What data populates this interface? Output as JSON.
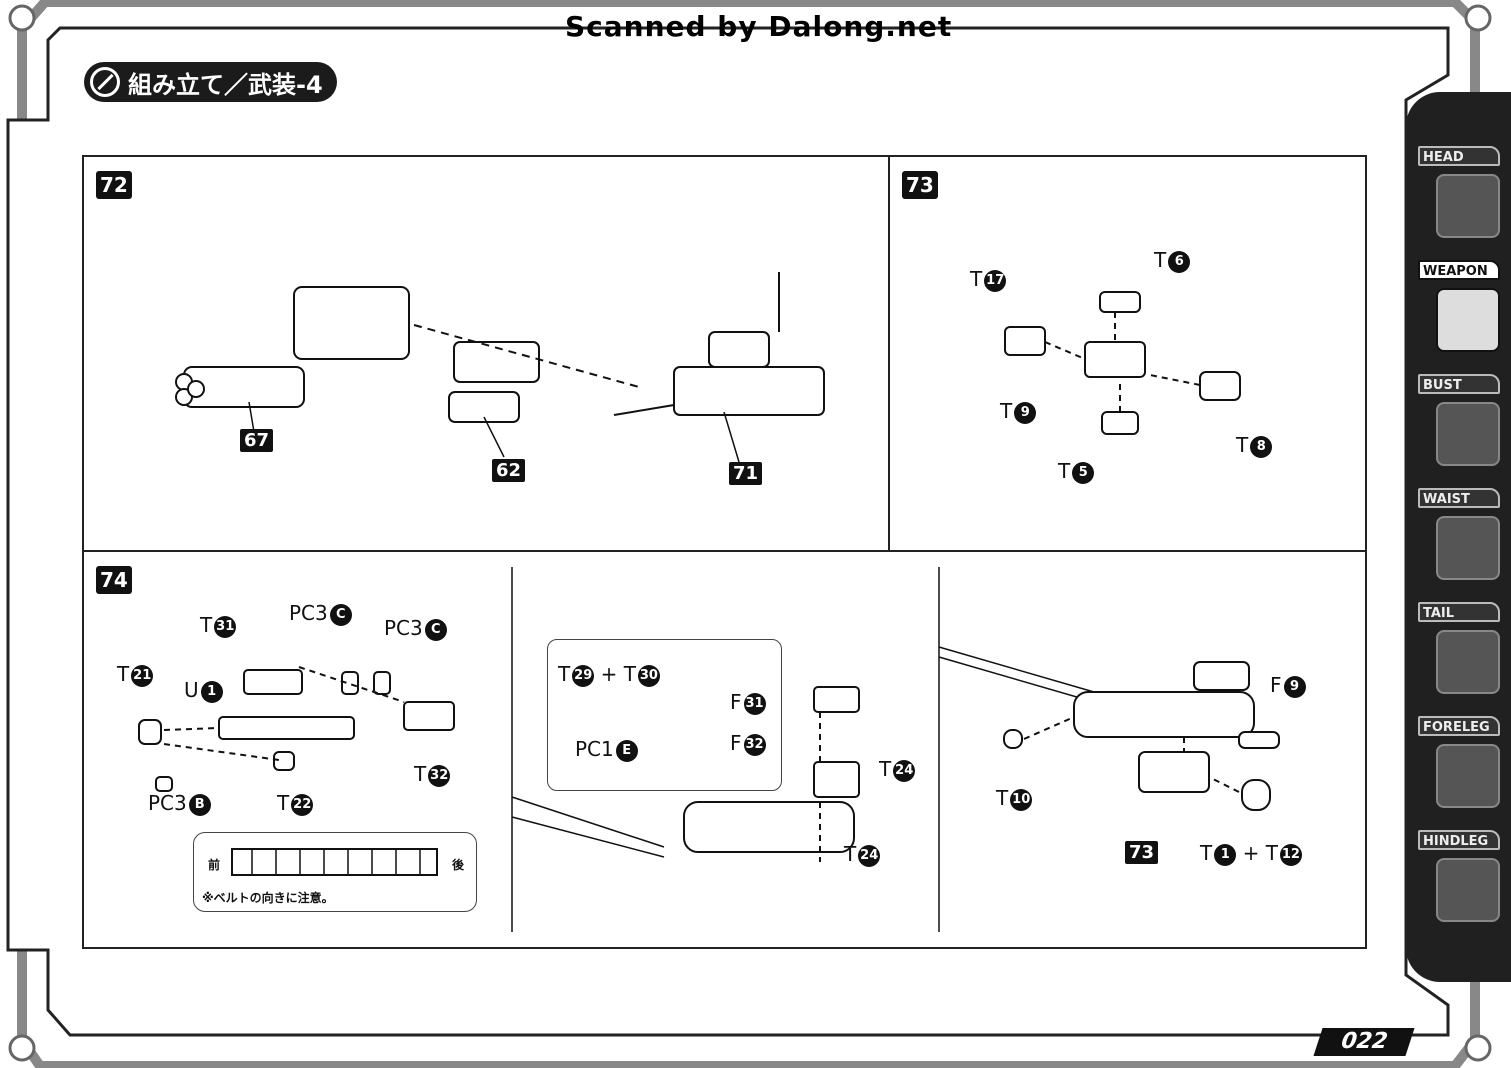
{
  "scan_credit": "Scanned by Dalong.net",
  "title": "組み立て／武装-4",
  "page_number": "022",
  "sidebar": {
    "tabs": [
      {
        "label": "HEAD",
        "icon": "head-icon",
        "active": false
      },
      {
        "label": "WEAPON",
        "icon": "weapon-icon",
        "active": true
      },
      {
        "label": "BUST",
        "icon": "bust-icon",
        "active": false
      },
      {
        "label": "WAIST",
        "icon": "waist-icon",
        "active": false
      },
      {
        "label": "TAIL",
        "icon": "tail-icon",
        "active": false
      },
      {
        "label": "FORELEG",
        "icon": "foreleg-icon",
        "active": false
      },
      {
        "label": "HINDLEG",
        "icon": "hindleg-icon",
        "active": false
      }
    ]
  },
  "steps": {
    "s72": {
      "number": "72",
      "parts": [
        "67",
        "62",
        "71"
      ]
    },
    "s73": {
      "number": "73",
      "parts": [
        {
          "sprue": "T",
          "no": "17"
        },
        {
          "sprue": "T",
          "no": "6"
        },
        {
          "sprue": "T",
          "no": "9"
        },
        {
          "sprue": "T",
          "no": "8"
        },
        {
          "sprue": "T",
          "no": "5"
        }
      ]
    },
    "s74": {
      "number": "74",
      "left": [
        {
          "sprue": "T",
          "no": "31"
        },
        {
          "sprue": "PC3",
          "no": "C"
        },
        {
          "sprue": "PC3",
          "no": "C"
        },
        {
          "sprue": "T",
          "no": "21"
        },
        {
          "sprue": "U",
          "no": "1"
        },
        {
          "sprue": "T",
          "no": "32"
        },
        {
          "sprue": "PC3",
          "no": "B"
        },
        {
          "sprue": "T",
          "no": "22"
        }
      ],
      "belt_note": {
        "front": "前",
        "back": "後",
        "note": "※ベルトの向きに注意。"
      },
      "middle": {
        "t29": {
          "sprue": "T",
          "no": "29"
        },
        "plus": "+",
        "t30": {
          "sprue": "T",
          "no": "30"
        },
        "f31": {
          "sprue": "F",
          "no": "31"
        },
        "pc1": {
          "sprue": "PC1",
          "no": "E"
        },
        "f32": {
          "sprue": "F",
          "no": "32"
        },
        "t24a": {
          "sprue": "T",
          "no": "24"
        },
        "t24b": {
          "sprue": "T",
          "no": "24"
        }
      },
      "right": {
        "f9": {
          "sprue": "F",
          "no": "9"
        },
        "t10": {
          "sprue": "T",
          "no": "10"
        },
        "step_ref": "73",
        "t1": {
          "sprue": "T",
          "no": "1"
        },
        "plus": "+",
        "t12": {
          "sprue": "T",
          "no": "12"
        }
      }
    }
  }
}
